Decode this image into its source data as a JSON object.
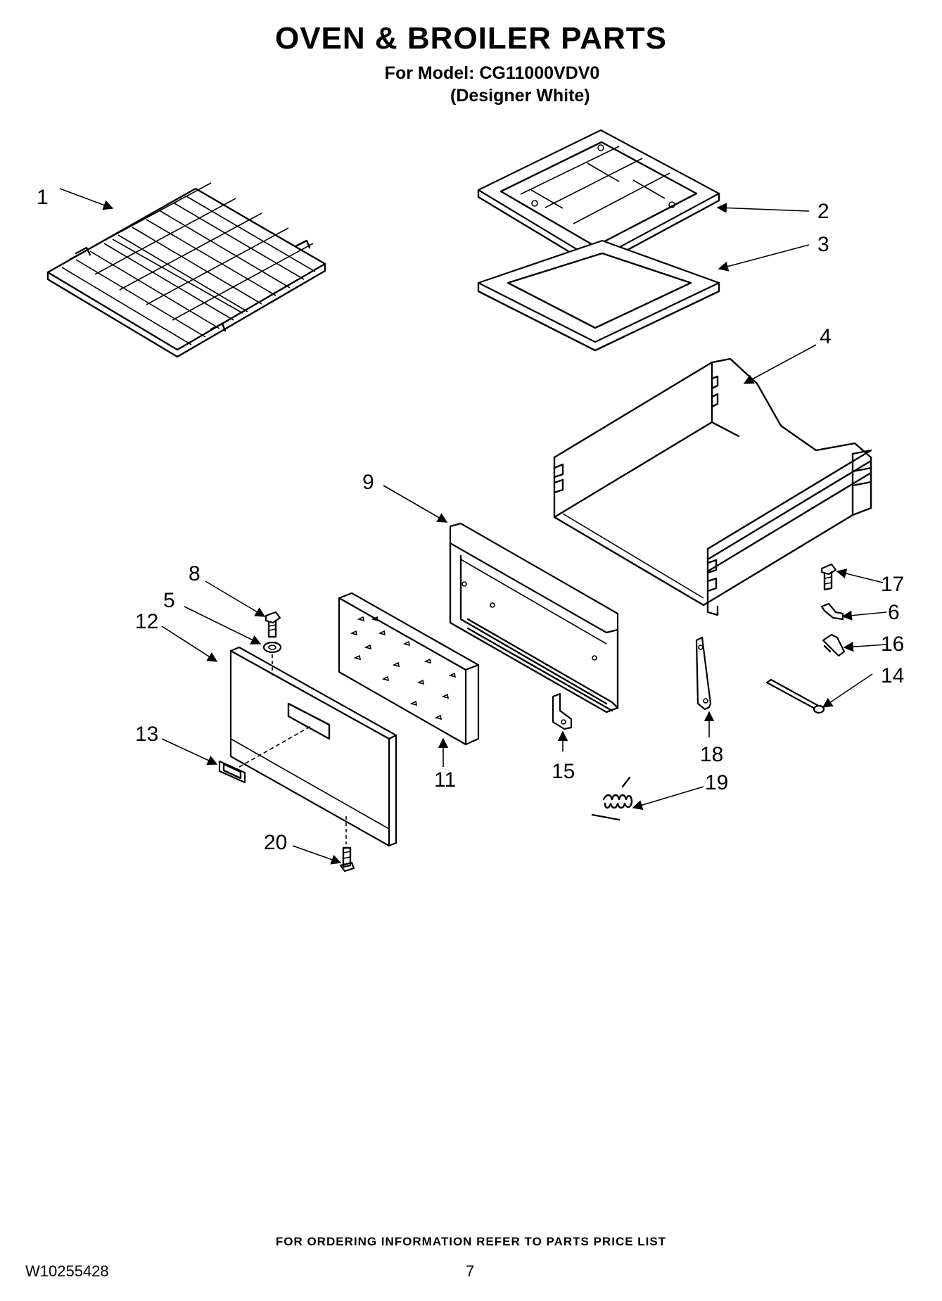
{
  "page": {
    "title": "OVEN & BROILER PARTS",
    "model_line": "For Model: CG11000VDV0",
    "variant_line": "(Designer White)",
    "footer_note": "FOR ORDERING INFORMATION REFER TO PARTS PRICE LIST",
    "doc_number": "W10255428",
    "page_number": "7"
  },
  "callouts": {
    "c1": "1",
    "c2": "2",
    "c3": "3",
    "c4": "4",
    "c5": "5",
    "c6": "6",
    "c8": "8",
    "c9": "9",
    "c11": "11",
    "c12": "12",
    "c13": "13",
    "c14": "14",
    "c15": "15",
    "c16": "16",
    "c17": "17",
    "c18": "18",
    "c19": "19",
    "c20": "20"
  }
}
